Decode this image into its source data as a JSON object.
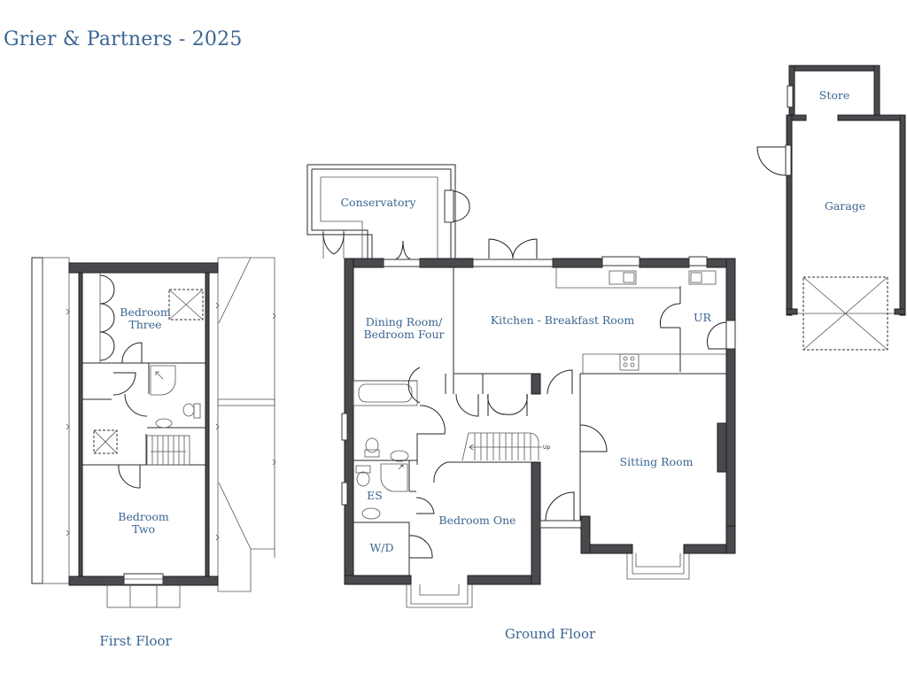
{
  "header": {
    "title": "Grier & Partners - 2025"
  },
  "floors": {
    "first_floor": {
      "label": "First Floor",
      "rooms": [
        {
          "name": "Bedroom Three",
          "line1": "Bedroom",
          "line2": "Three"
        },
        {
          "name": "Bedroom Two",
          "line1": "Bedroom",
          "line2": "Two"
        }
      ]
    },
    "ground_floor": {
      "label": "Ground Floor",
      "rooms": [
        {
          "name": "Conservatory"
        },
        {
          "name": "Dining Room/ Bedroom Four",
          "line1": "Dining Room/",
          "line2": "Bedroom Four"
        },
        {
          "name": "Kitchen - Breakfast Room"
        },
        {
          "name": "UR"
        },
        {
          "name": "Sitting Room"
        },
        {
          "name": "Bedroom One"
        },
        {
          "name": "ES"
        },
        {
          "name": "W/D"
        }
      ],
      "stair_label": "Up"
    },
    "outbuilding": {
      "rooms": [
        {
          "name": "Store"
        },
        {
          "name": "Garage"
        }
      ]
    }
  },
  "colors": {
    "label_text": "#3a6591",
    "wall_fill": "#4a4a4e",
    "background": "#ffffff"
  }
}
